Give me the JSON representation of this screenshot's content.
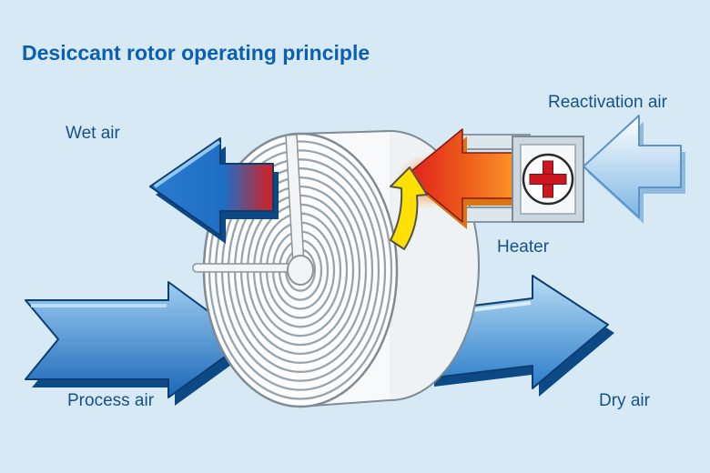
{
  "diagram": {
    "title": "Desiccant rotor operating principle",
    "labels": {
      "wet_air": "Wet air",
      "reactivation_air": "Reactivation air",
      "heater": "Heater",
      "process_air": "Process air",
      "dry_air": "Dry air"
    },
    "components": {
      "rotor": "desiccant-rotor-wheel",
      "rotation_indicator": "yellow-curved-arrow-counterclockwise",
      "heater_symbol": "red-cross-in-circle"
    },
    "colors": {
      "background": "#d6e9f4",
      "title_text": "#0b5fb0",
      "label_text": "#17518c",
      "arrow_blue": "#1f6fc6",
      "arrow_blue_light": "#9fcdf0",
      "arrow_blue_dark": "#0d4a85",
      "hot_red": "#d81e1e",
      "hot_orange": "#ff9a2a",
      "rotation_yellow": "#ffe000",
      "rotor_face": "#fdfdfd",
      "rotor_coil": "#97a4ad",
      "rotor_outline": "#7e8a94",
      "heater_cross_red": "#cc1620",
      "duct_gray": "#dde6ec"
    }
  }
}
